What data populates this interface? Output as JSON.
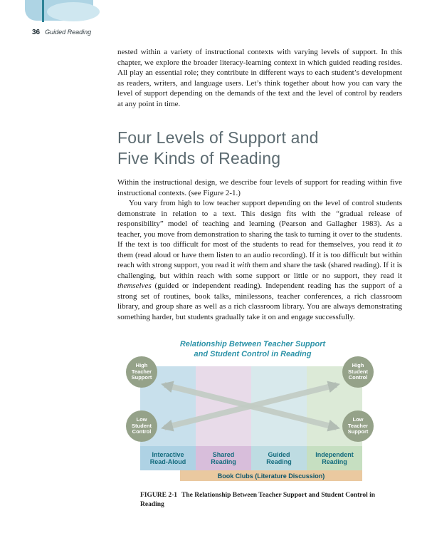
{
  "page_header": {
    "page_number": "36",
    "running_title": "Guided Reading"
  },
  "intro_paragraph": "nested within a variety of instructional contexts with varying levels of support. In this chapter, we explore the broader literacy-learning context in which guided reading resides. All play an essential role; they contribute in different ways to each student’s development as readers, writers, and language users. Let’s think together about how you can vary the level of support depending on the demands of the text and the level of control by readers at any point in time.",
  "section": {
    "heading_line1": "Four Levels of Support and",
    "heading_line2": "Five Kinds of Reading",
    "para1": "Within the instructional design, we describe four levels of support for reading within five instructional contexts. (see Figure 2-1.)",
    "para2_segments": [
      {
        "t": "You vary from high to low teacher support depending on the level of control students demonstrate in relation to a text. This design fits with the “gradual release of responsibility” model of teaching and learning (Pearson and Gallagher 1983). As a teacher, you move from demonstration to sharing the task to turning it over to the students. If the text is too difficult for most of the students to read for themselves, you read it "
      },
      {
        "t": "to",
        "i": true
      },
      {
        "t": " them (read aloud or have them listen to an audio recording). If it is too difficult but within reach with strong support, you read it "
      },
      {
        "t": "with",
        "i": true
      },
      {
        "t": " them and share the task (shared reading). If it is challenging, but within reach with some support or little or no support, they read it "
      },
      {
        "t": "themselves",
        "i": true
      },
      {
        "t": " (guided or independent reading). Independent reading has the support of a strong set of routines, book talks, minilessons, teacher conferences, a rich classroom library, and group share as well as a rich classroom library. You are always demonstrating something harder, but students gradually take it on and engage successfully."
      }
    ]
  },
  "figure": {
    "title_line1": "Relationship Between Teacher Support",
    "title_line2": "and Student Control in Reading",
    "bubbles": {
      "top_left": "High Teacher Support",
      "top_right": "High Student Control",
      "bottom_left": "Low Student Control",
      "bottom_right": "Low Teacher Support"
    },
    "columns": [
      {
        "label": "Interactive Read-Aloud",
        "fill": "#c8e0ec",
        "band": "#aed2e4"
      },
      {
        "label": "Shared Reading",
        "fill": "#e8dbe9",
        "band": "#d8bedb"
      },
      {
        "label": "Guided Reading",
        "fill": "#d8e9ec",
        "band": "#bedce2"
      },
      {
        "label": "Independent Reading",
        "fill": "#dcead7",
        "band": "#c6dfc1"
      }
    ],
    "book_clubs_label": "Book Clubs (Literature Discussion)",
    "caption_label": "FIGURE 2-1",
    "caption_text": "The Relationship Between Teacher Support and Student Control in Reading",
    "colors": {
      "figure_title": "#2d93a8",
      "column_label_text": "#136b7d",
      "book_bar_bg": "#eac9a0",
      "bubble_bg": "#95a289",
      "arrow": "#bcc6be",
      "heading": "#5c6b71",
      "decor_blue": "#aed4e4",
      "decor_teal_line": "#2e8397"
    }
  }
}
